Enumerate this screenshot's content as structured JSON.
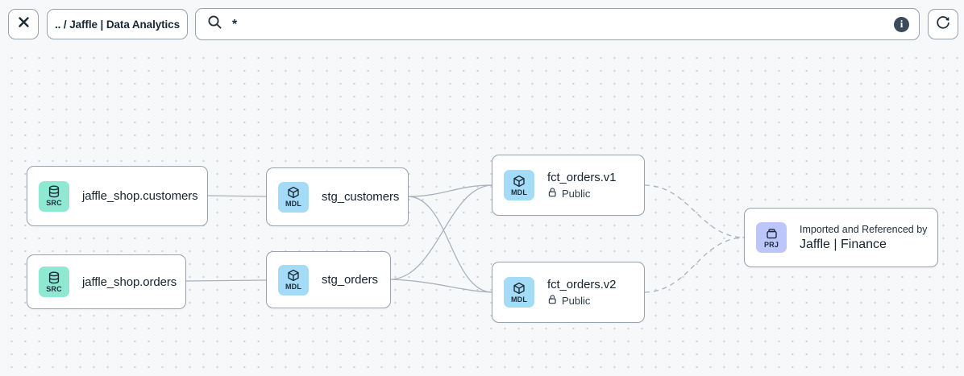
{
  "toolbar": {
    "breadcrumb": ".. / Jaffle | Data Analytics",
    "search": {
      "value": "*",
      "info_icon": "info-circle",
      "leading_icon": "magnifier"
    },
    "close_icon": "x-close",
    "refresh_icon": "circular-arrow-refresh"
  },
  "colors": {
    "source_badge": "#8fe8d2",
    "model_badge": "#a4dcf8",
    "project_badge": "#bcc6fa",
    "edge": "#a9b1bc",
    "node_border": "#99a2ae",
    "canvas_dot": "#cbd0d9"
  },
  "nodes": [
    {
      "id": "src-customers",
      "badge": "SRC",
      "badge_icon": "database-icon",
      "title": "jaffle_shop.customers"
    },
    {
      "id": "src-orders",
      "badge": "SRC",
      "badge_icon": "database-icon",
      "title": "jaffle_shop.orders"
    },
    {
      "id": "stg-customers",
      "badge": "MDL",
      "badge_icon": "cube-icon",
      "title": "stg_customers"
    },
    {
      "id": "stg-orders",
      "badge": "MDL",
      "badge_icon": "cube-icon",
      "title": "stg_orders"
    },
    {
      "id": "fct-orders-v1",
      "badge": "MDL",
      "badge_icon": "cube-icon",
      "title": "fct_orders.v1",
      "access": "Public",
      "access_icon": "lock-open-icon"
    },
    {
      "id": "fct-orders-v2",
      "badge": "MDL",
      "badge_icon": "cube-icon",
      "title": "fct_orders.v2",
      "access": "Public",
      "access_icon": "lock-open-icon"
    },
    {
      "id": "prj-finance",
      "badge": "PRJ",
      "badge_icon": "project-box-icon",
      "subtitle": "Imported and Referenced by",
      "title": "Jaffle | Finance"
    }
  ],
  "edges": [
    {
      "from": "src-customers",
      "to": "stg-customers",
      "style": "solid"
    },
    {
      "from": "src-orders",
      "to": "stg-orders",
      "style": "solid"
    },
    {
      "from": "stg-customers",
      "to": "fct-orders-v1",
      "style": "solid"
    },
    {
      "from": "stg-customers",
      "to": "fct-orders-v2",
      "style": "solid"
    },
    {
      "from": "stg-orders",
      "to": "fct-orders-v1",
      "style": "solid"
    },
    {
      "from": "stg-orders",
      "to": "fct-orders-v2",
      "style": "solid"
    },
    {
      "from": "fct-orders-v1",
      "to": "prj-finance",
      "style": "dashed"
    },
    {
      "from": "fct-orders-v2",
      "to": "prj-finance",
      "style": "dashed"
    }
  ]
}
